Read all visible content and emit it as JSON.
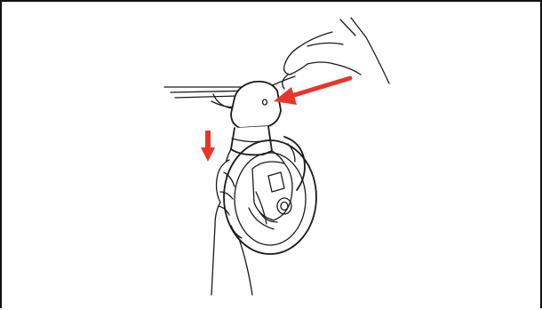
{
  "figure": {
    "kind": "instruction-illustration",
    "subject": "hand-holding-stroller-front-wheel",
    "colors": {
      "line": "#1a1a1a",
      "background": "#ffffff",
      "indicator": "#e8352b"
    },
    "indicators": [
      {
        "name": "push-arrow",
        "direction": "toward-release-button"
      },
      {
        "name": "down-arrow",
        "direction": "down"
      }
    ]
  }
}
